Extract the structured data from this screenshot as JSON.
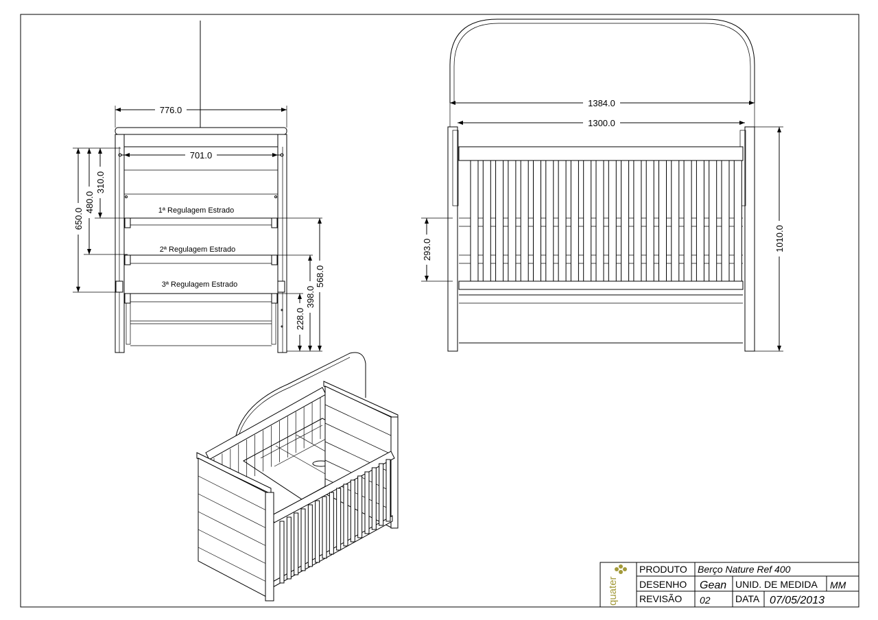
{
  "side_view": {
    "dims": {
      "total_width": "776.0",
      "inner_width": "701.0",
      "h650": "650.0",
      "h480": "480.0",
      "h310": "310.0",
      "h568": "568.0",
      "h398": "398.0",
      "h228": "228.0"
    },
    "labels": {
      "reg1": "1ª Regulagem Estrado",
      "reg2": "2ª Regulagem Estrado",
      "reg3": "3ª Regulagem Estrado"
    }
  },
  "front_view": {
    "dims": {
      "outer_width": "1384.0",
      "inner_width": "1300.0",
      "side_height": "293.0",
      "total_height": "1010.0"
    }
  },
  "title_block": {
    "logo_text": "quater",
    "produto_label": "PRODUTO",
    "produto_value": "Berço Nature Ref 400",
    "desenho_label": "DESENHO",
    "desenho_value": "Gean",
    "unid_label": "UNID. DE MEDIDA",
    "unid_value": "MM",
    "revisao_label": "REVISÃO",
    "revisao_value": "02",
    "data_label": "DATA",
    "data_value": "07/05/2013",
    "logo_color": "#a39a3a"
  }
}
